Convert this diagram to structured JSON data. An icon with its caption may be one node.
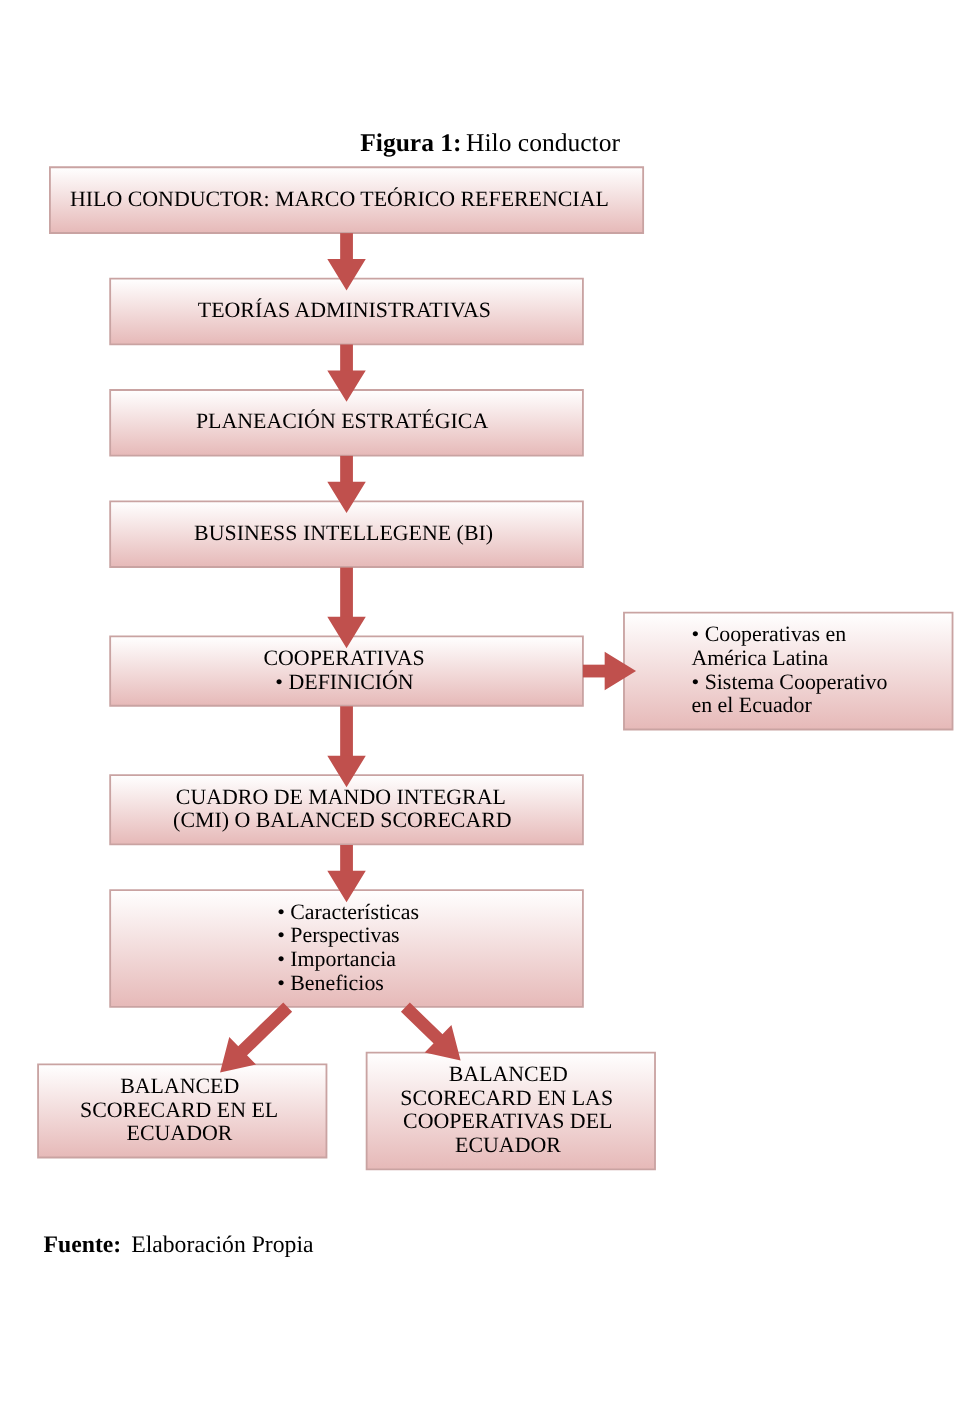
{
  "diagram": {
    "title": "**Figura 1:** Hilo conductor",
    "caption": "**Fuente:** Elaboración Propia",
    "nodes": [
      {
        "text": [
          "HILO CONDUCTOR: MARCO TEÓRICO REFERENCIAL"
        ]
      },
      {
        "text": [
          "TEORÍAS ADMINISTRATIVAS"
        ]
      },
      {
        "text": [
          "PLANEACIÓN ESTRATÉGICA"
        ]
      },
      {
        "text": [
          "BUSINESS INTELLEGENE (BI)"
        ]
      },
      {
        "text": [
          "COOPERATIVAS",
          "• DEFINICIÓN"
        ]
      },
      {
        "text": [
          "• Cooperativas en América Latina",
          "• Sistema Cooperativo en el Ecuador"
        ]
      },
      {
        "text": [
          "CUADRO DE MANDO INTEGRAL (CMI) O BALANCED SCORECARD"
        ]
      },
      {
        "text": [
          "• Características",
          "• Perspectivas",
          "• Importancia",
          "• Beneficios"
        ]
      },
      {
        "text": [
          "BALANCED SCORECARD EN EL ECUADOR"
        ]
      },
      {
        "text": [
          "BALANCED SCORECARD EN LAS COOPERATIVAS DEL ECUADOR"
        ]
      }
    ],
    "edges": [
      {
        "from": 0,
        "to": 1,
        "arrow": "to"
      },
      {
        "from": 1,
        "to": 2,
        "arrow": "to"
      },
      {
        "from": 2,
        "to": 3,
        "arrow": "to"
      },
      {
        "from": 3,
        "to": 4,
        "arrow": "to"
      },
      {
        "from": 4,
        "to": 5,
        "arrow": "to"
      },
      {
        "from": 4,
        "to": 6,
        "arrow": "to"
      },
      {
        "from": 6,
        "to": 7,
        "arrow": "to"
      },
      {
        "from": 7,
        "to": 8,
        "arrow": "to"
      },
      {
        "from": 7,
        "to": 9,
        "arrow": "to"
      }
    ]
  }
}
